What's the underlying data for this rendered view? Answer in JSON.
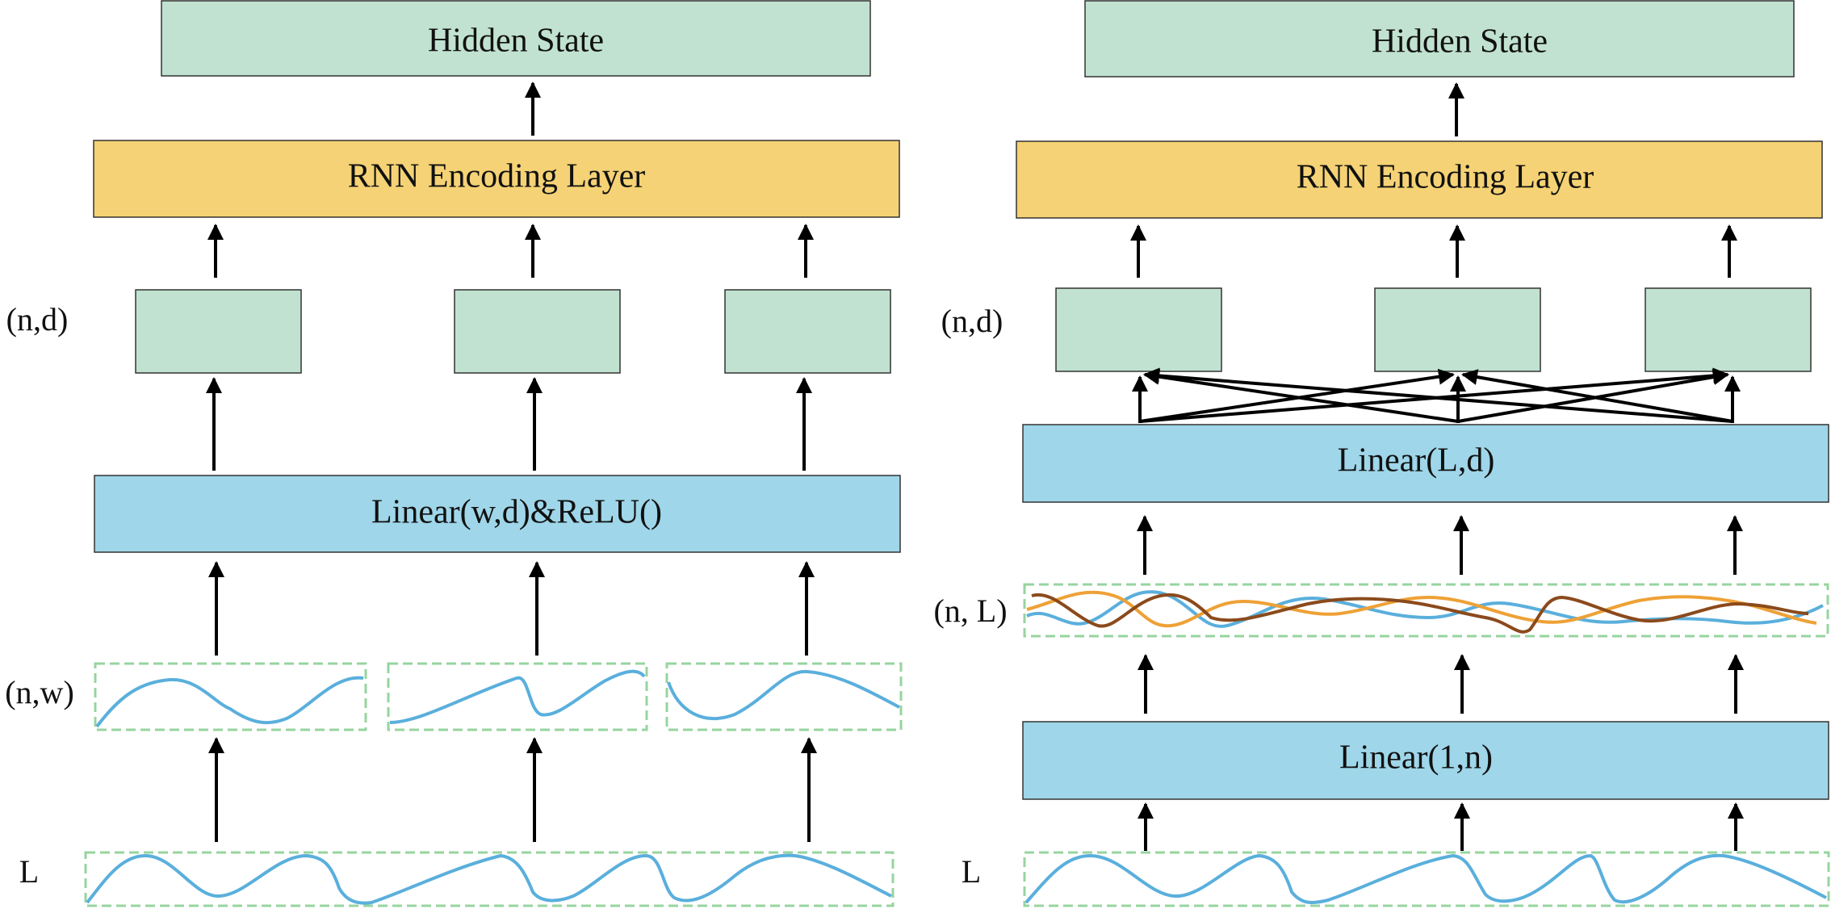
{
  "colors": {
    "green_box": "#c1e2d0",
    "yellow_box": "#f5d275",
    "blue_box": "#9fd6e9",
    "box_border": "#333333",
    "dashed_border": "#97d49f",
    "wave_blue": "#5aafdc",
    "wave_orange": "#eea136",
    "wave_brown": "#8b4a1c",
    "arrow": "#000000"
  },
  "left": {
    "hidden_state": "Hidden State",
    "encoder": "RNN Encoding Layer",
    "projection": "Linear(w,d)&ReLU()",
    "label_nd": "(n,d)",
    "label_nw": "(n,w)",
    "label_L": "L"
  },
  "right": {
    "hidden_state": "Hidden State",
    "encoder": "RNN Encoding Layer",
    "projection": "Linear(L,d)",
    "input_projection": "Linear(1,n)",
    "label_nd": "(n,d)",
    "label_nL": "(n, L)",
    "label_L": "L"
  }
}
